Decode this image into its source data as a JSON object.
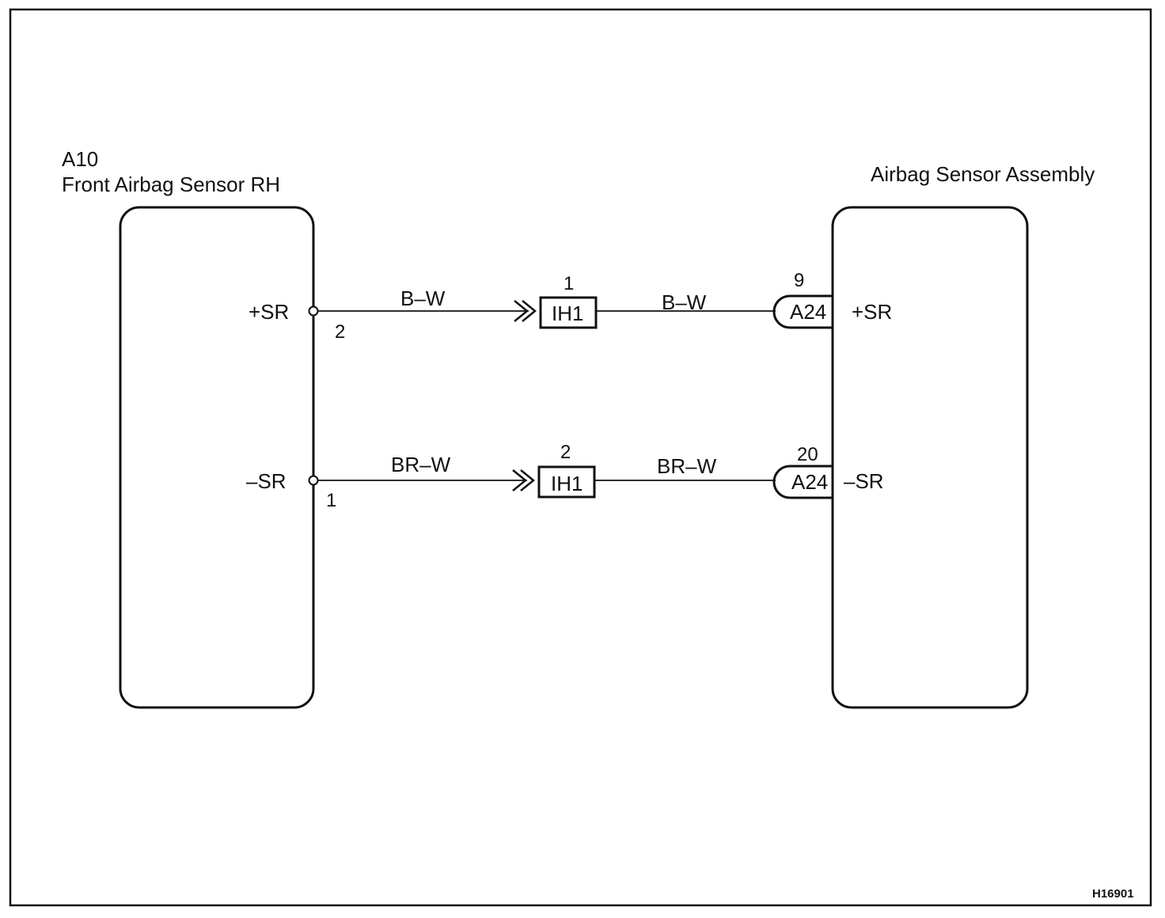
{
  "left_component": {
    "code": "A10",
    "name": "Front Airbag Sensor RH",
    "terminals": [
      {
        "number": "2",
        "label": "+SR"
      },
      {
        "number": "1",
        "label": "–SR"
      }
    ]
  },
  "right_component": {
    "name": "Airbag Sensor Assembly",
    "terminals": [
      {
        "number": "9",
        "connector": "A24",
        "label": "+SR"
      },
      {
        "number": "20",
        "connector": "A24",
        "label": "–SR"
      }
    ]
  },
  "wires": [
    {
      "color_left": "B–W",
      "junction_pin": "1",
      "junction_connector": "IH1",
      "color_right": "B–W"
    },
    {
      "color_left": "BR–W",
      "junction_pin": "2",
      "junction_connector": "IH1",
      "color_right": "BR–W"
    }
  ],
  "figure_id": "H16901"
}
